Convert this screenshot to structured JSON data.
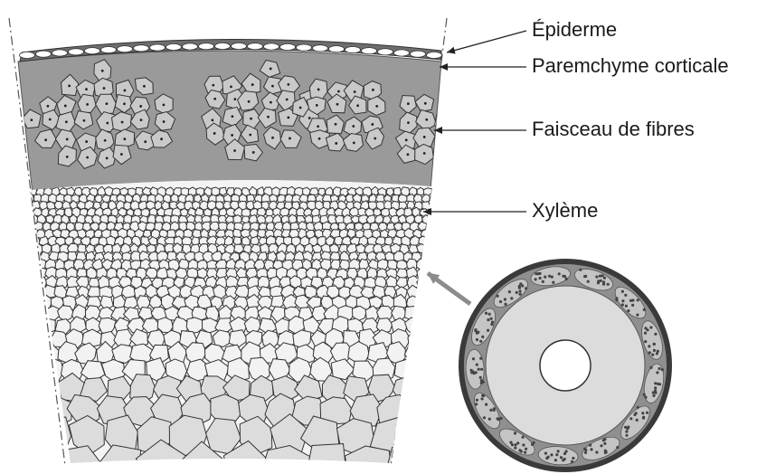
{
  "labels": {
    "epiderme": "Épiderme",
    "parenchyme": "Paremchyme corticale",
    "faisceau": "Faisceau de fibres",
    "xyleme": "Xylème"
  },
  "colors": {
    "outline": "#333333",
    "cortex": "#9a9a9a",
    "fibre_cell": "#c9c9c9",
    "xylem_cell": "#f2f2f2",
    "large_cell": "#dcdcdc",
    "epidermis": "#6e6e6e",
    "inset_ring": "#3a3a3a",
    "inset_fill": "#d6d6d6",
    "arrow_gray": "#8c8c8c"
  }
}
